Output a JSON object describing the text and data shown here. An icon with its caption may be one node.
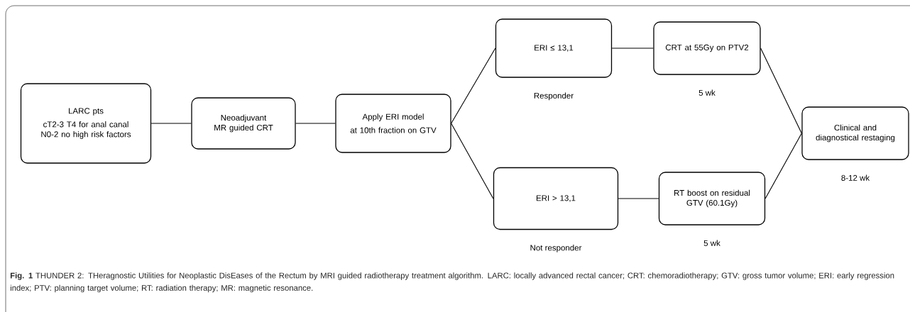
{
  "diagram": {
    "caption": "**Fig. 1** THUNDER 2: THeragnostic Utilities for Neoplastic DisEases of the Rectum by MRI guided radiotherapy treatment algorithm. LARC: locally advanced rectal cancer; CRT: chemoradiotherapy; GTV: gross tumor volume; ERI: early regression index; PTV: planning target volume; RT: radiation therapy; MR: magnetic resonance.",
    "nodes": [
      {
        "text": [
          "LARC pts",
          "cT2-3 T4 for anal canal N0-2 no high risk factors"
        ]
      },
      {
        "text": [
          "Neoadjuvant MR guided CRT"
        ]
      },
      {
        "text": [
          "Apply ERI model",
          "at 10th fraction on GTV"
        ]
      },
      {
        "text": [
          "ERI ≤ 13,1"
        ],
        "beside": [
          "Responder"
        ]
      },
      {
        "text": [
          "CRT at 55Gy on PTV2"
        ],
        "beside": [
          "5 wk"
        ]
      },
      {
        "text": [
          "ERI > 13,1"
        ],
        "beside": [
          "Not responder"
        ]
      },
      {
        "text": [
          "RT boost on residual GTV (60.1Gy)"
        ],
        "beside": [
          "5 wk"
        ]
      },
      {
        "text": [
          "Clinical and diagnostical restaging"
        ],
        "beside": [
          "8-12 wk"
        ]
      }
    ],
    "edges": [
      {
        "from": 0,
        "to": 1,
        "arrow": "none"
      },
      {
        "from": 1,
        "to": 2,
        "arrow": "none"
      },
      {
        "from": 2,
        "to": 3,
        "arrow": "none"
      },
      {
        "from": 2,
        "to": 5,
        "arrow": "none"
      },
      {
        "from": 3,
        "to": 4,
        "arrow": "none"
      },
      {
        "from": 5,
        "to": 6,
        "arrow": "none"
      },
      {
        "from": 4,
        "to": 7,
        "arrow": "none"
      },
      {
        "from": 6,
        "to": 7,
        "arrow": "none"
      }
    ]
  }
}
